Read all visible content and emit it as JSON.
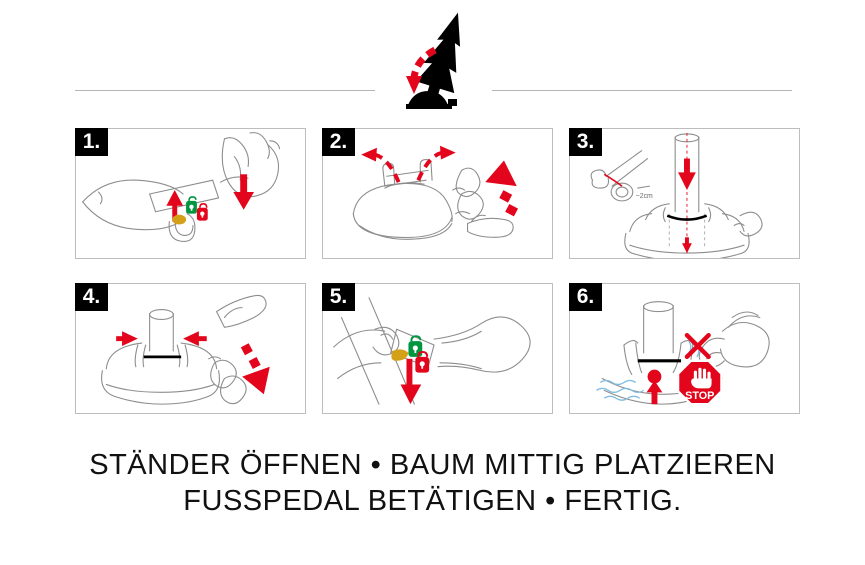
{
  "document": {
    "title": "Ständer Öffnen · Baum Mittig Platzieren · Fusspedal Betätigen · Fertig.",
    "language": "de"
  },
  "colors": {
    "red": "#e3051b",
    "dark_red": "#c8102e",
    "green": "#00963f",
    "black": "#000000",
    "line_gray": "#9a9a9a",
    "border_gray": "#bdbdbd",
    "water_blue": "#7fbde0",
    "ochre": "#d4a017",
    "white": "#ffffff"
  },
  "header": {
    "hero_icon": "tilted-christmas-tree-into-stand-icon",
    "hero_description": "Schwarze Tannenbaum-Silhouette wird mit rotem gestricheltem Pfeil in den Ständer gesetzt",
    "rule_left": "divider-line",
    "rule_right": "divider-line"
  },
  "steps": [
    {
      "number": "1.",
      "id": "step-open-stand",
      "icon": "foot-on-pedal-unlock-icon",
      "description": "Fuss auf Pedal, Hebel nach oben — Ständer entriegeln",
      "markers": [
        "red-up-arrow",
        "red-down-arrow",
        "green-unlock-badge",
        "red-lock-badge",
        "ochre-tab"
      ]
    },
    {
      "number": "2.",
      "id": "step-clamps-open",
      "icon": "stand-clamps-opening-icon",
      "description": "Klammern öffnen sich nach aussen, Pedal loslassen",
      "markers": [
        "red-dashed-arc-left",
        "red-dashed-arc-right",
        "red-dashed-arrow-up-right",
        "shoe-outline"
      ]
    },
    {
      "number": "3.",
      "id": "step-insert-tree",
      "icon": "trunk-insert-center-icon",
      "description": "Baum mittig einsetzen, Stamm entrinden",
      "measurement": "~2cm",
      "markers": [
        "red-down-arrow",
        "center-dotted-line",
        "bark-strip-detail",
        "red-bottom-arrow"
      ]
    },
    {
      "number": "4.",
      "id": "step-clamps-close",
      "icon": "stand-clamps-closing-icon",
      "description": "Fusspedal betätigen — Klammern schliessen am Stamm",
      "markers": [
        "red-arrow-left",
        "red-arrow-right",
        "red-dashed-arrow-down-right",
        "shoe-outline"
      ]
    },
    {
      "number": "5.",
      "id": "step-press-pedal",
      "icon": "pedal-press-lock-icon",
      "description": "Hebel nach unten drücken — verriegeln",
      "markers": [
        "green-unlock-badge",
        "red-lock-badge",
        "ochre-tab",
        "red-long-down-arrow"
      ]
    },
    {
      "number": "6.",
      "id": "step-fill-water",
      "icon": "water-level-stop-icon",
      "description": "Wasser einfüllen bis Schwimmer — nicht überfüllen",
      "badge_text": "STOP",
      "markers": [
        "red-stop-octagon",
        "white-hand-glyph",
        "red-cross",
        "watering-can",
        "blue-water-waves",
        "red-float-marker",
        "red-up-arrow"
      ]
    }
  ],
  "caption": {
    "line1": "STÄNDER ÖFFNEN • BAUM MITTIG PLATZIEREN",
    "line2": "FUSSPEDAL BETÄTIGEN • FERTIG."
  }
}
